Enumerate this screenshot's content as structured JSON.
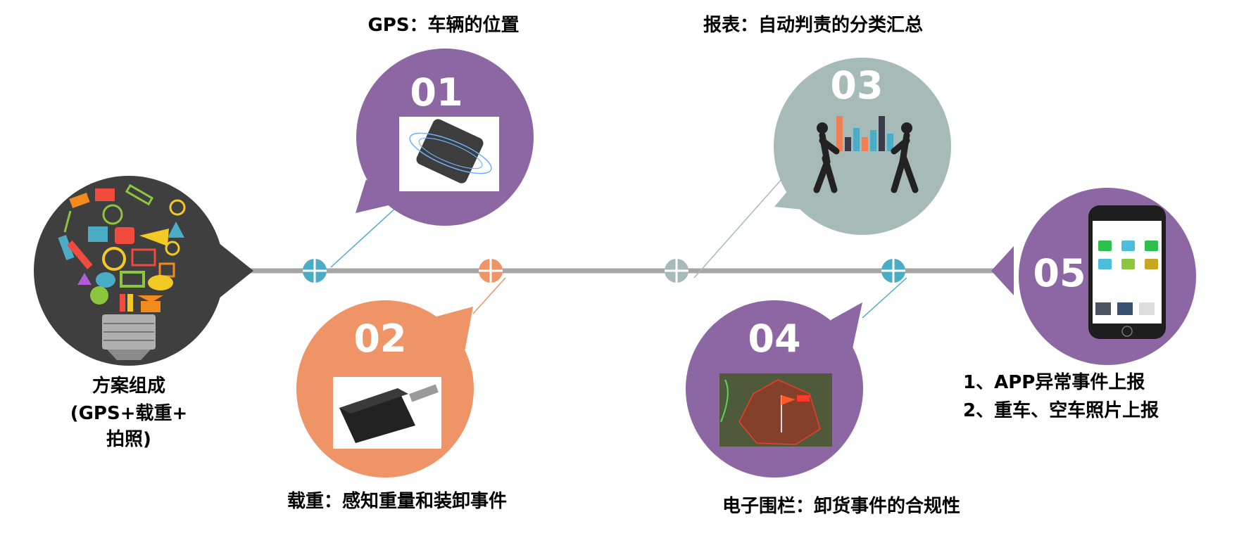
{
  "colors": {
    "purple": "#8c67a4",
    "orange": "#ee9466",
    "gray_teal": "#a6bab7",
    "dark": "#3f3f3f",
    "line": "#a6a6a6",
    "node_blue": "#4bacc6",
    "node_orange": "#ee9466",
    "node_gray": "#a6bab7"
  },
  "center": {
    "label_lines": [
      "方案组成",
      "(GPS+载重+",
      "拍照)"
    ],
    "icon": "lightbulb-education-icons"
  },
  "items": [
    {
      "number": "01",
      "title": "GPS：车辆的位置",
      "image": "gps-tracker-device"
    },
    {
      "number": "02",
      "title": "载重：感知重量和装卸事件",
      "image": "load-sensor"
    },
    {
      "number": "03",
      "title": "报表：自动判责的分类汇总",
      "image": "people-carrying-chart"
    },
    {
      "number": "04",
      "title": "电子围栏：卸货事件的合规性",
      "image": "geofence-map"
    },
    {
      "number": "05",
      "lines": [
        "1、APP异常事件上报",
        "2、重车、空车照片上报"
      ],
      "image": "mobile-app-phone"
    }
  ]
}
